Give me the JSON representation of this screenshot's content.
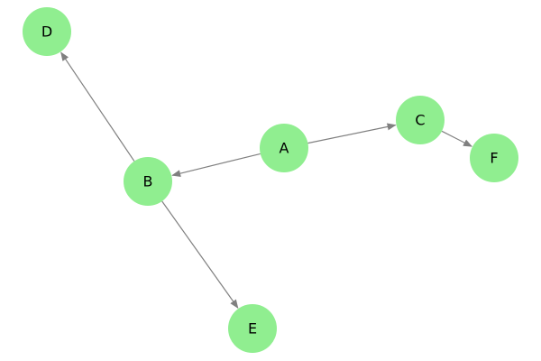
{
  "diagram": {
    "node_color": "#90ee90",
    "edge_color": "#808080",
    "label_color": "#000000",
    "nodes": [
      {
        "id": "A",
        "label": "A"
      },
      {
        "id": "B",
        "label": "B"
      },
      {
        "id": "C",
        "label": "C"
      },
      {
        "id": "D",
        "label": "D"
      },
      {
        "id": "E",
        "label": "E"
      },
      {
        "id": "F",
        "label": "F"
      }
    ],
    "edges": [
      {
        "from": "A",
        "to": "B"
      },
      {
        "from": "A",
        "to": "C"
      },
      {
        "from": "B",
        "to": "D"
      },
      {
        "from": "B",
        "to": "E"
      },
      {
        "from": "C",
        "to": "F"
      }
    ]
  }
}
